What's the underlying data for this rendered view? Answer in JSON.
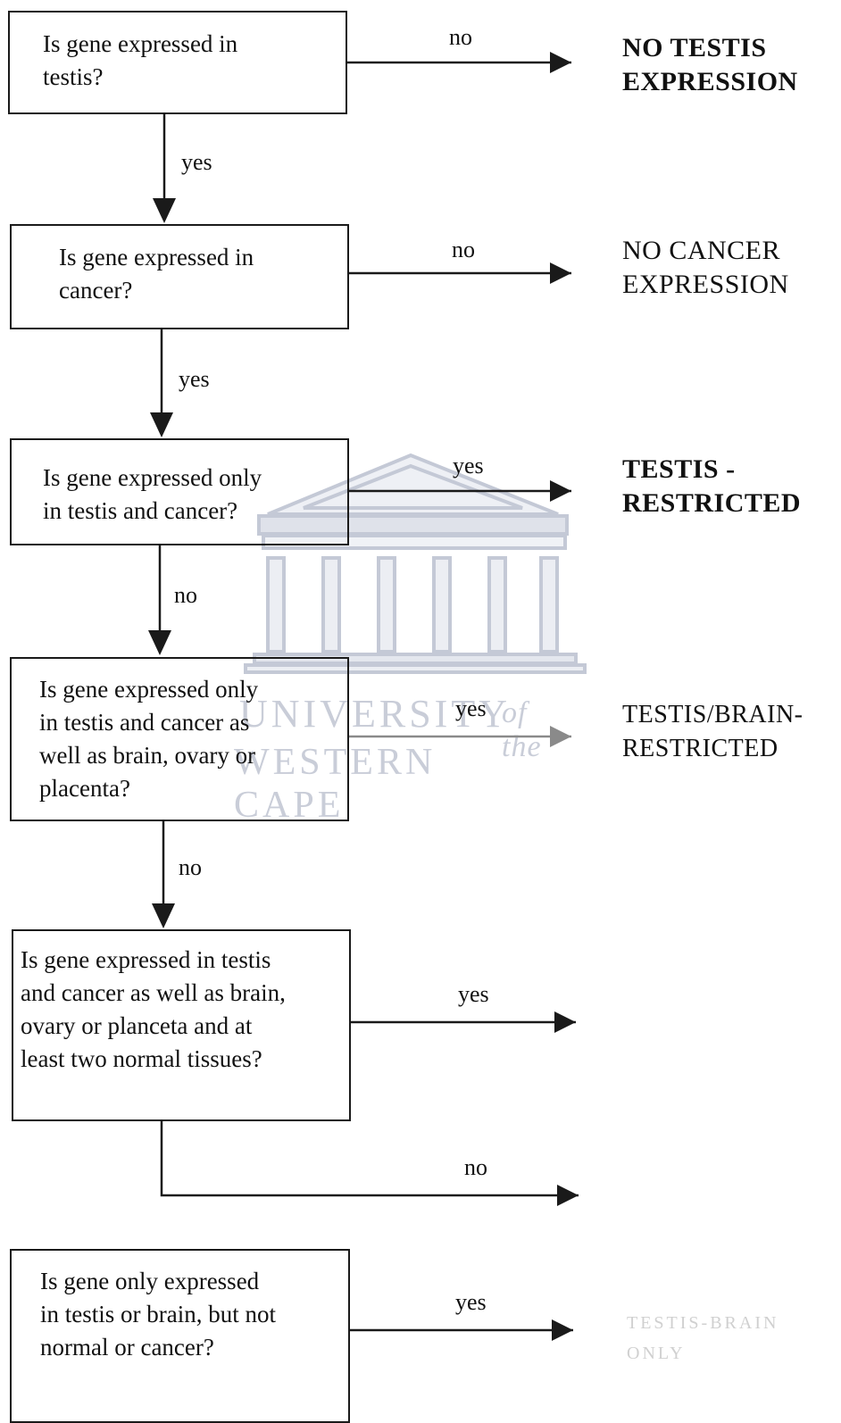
{
  "watermark": {
    "line1": "UNIVERSITY",
    "line1_suffix": "of the",
    "line2": "WESTERN CAPE",
    "color": "#c9cdd8"
  },
  "questions": [
    "Is gene expressed in\ntestis?",
    "Is gene expressed in\ncancer?",
    "Is gene expressed only\nin testis and cancer?",
    "Is gene expressed only\nin testis and cancer as\nwell as brain, ovary or\nplacenta?",
    "Is gene expressed in testis\nand cancer as well as brain,\novary or planceta and at\nleast two normal tissues?",
    "Is gene only expressed\nin testis or brain, but not\nnormal or cancer?"
  ],
  "edge_labels": {
    "q1_no": "no",
    "q1_yes": "yes",
    "q2_no": "no",
    "q2_yes": "yes",
    "q3_yes": "yes",
    "q3_no": "no",
    "q4_yes": "yes",
    "q4_no": "no",
    "q5_yes": "yes",
    "q5_no": "no",
    "q6_yes": "yes"
  },
  "results": {
    "r1": "NO TESTIS\nEXPRESSION",
    "r2": "NO CANCER\nEXPRESSION",
    "r3": "TESTIS -\nRESTRICTED",
    "r4": "TESTIS/BRAIN-\nRESTRICTED",
    "r6": "TESTIS-BRAIN\nONLY"
  },
  "colors": {
    "line": "#1a1a1a",
    "faded_arrow": "#8a8a8a",
    "faded_text": "#d0d0d0"
  }
}
